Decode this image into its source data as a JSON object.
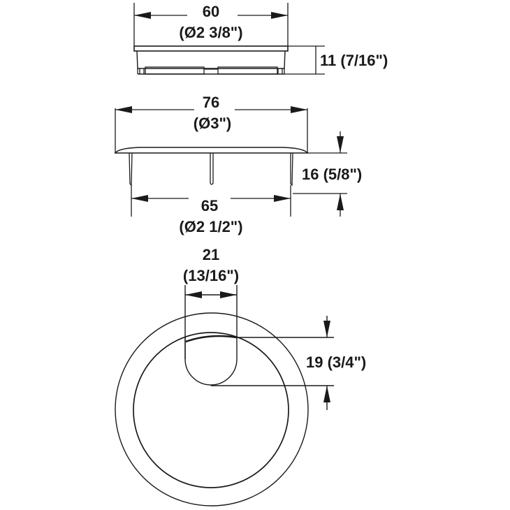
{
  "title": "Round grommet cable outlet dimension drawing",
  "colors": {
    "line": "#1a1a1a",
    "background": "#ffffff"
  },
  "top_view": {
    "width_mm": "60",
    "width_in": "(Ø2 3/8\")",
    "height_label": "11 (7/16\")"
  },
  "side_view": {
    "outer_mm": "76",
    "outer_in": "(Ø3\")",
    "depth_label": "16 (5/8\")",
    "inner_mm": "65",
    "inner_in": "(Ø2 1/2\")"
  },
  "plan_view": {
    "slot_width_mm": "21",
    "slot_width_in": "(13/16\")",
    "slot_depth_label": "19 (3/4\")"
  }
}
